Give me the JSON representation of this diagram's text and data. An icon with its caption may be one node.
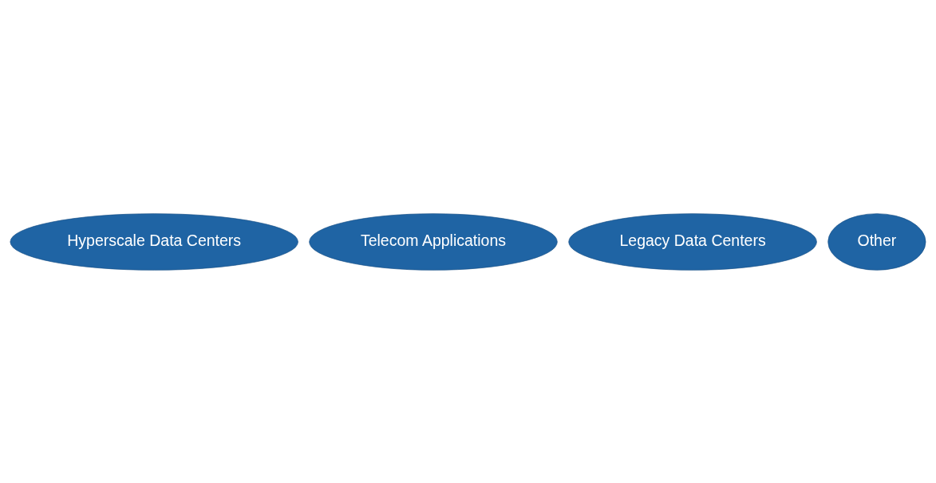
{
  "diagram": {
    "nodes": [
      {
        "text": [
          "Hyperscale Data Centers"
        ]
      },
      {
        "text": [
          "Telecom Applications"
        ]
      },
      {
        "text": [
          "Legacy Data Centers"
        ]
      },
      {
        "text": [
          "Other"
        ]
      }
    ],
    "edges": []
  }
}
